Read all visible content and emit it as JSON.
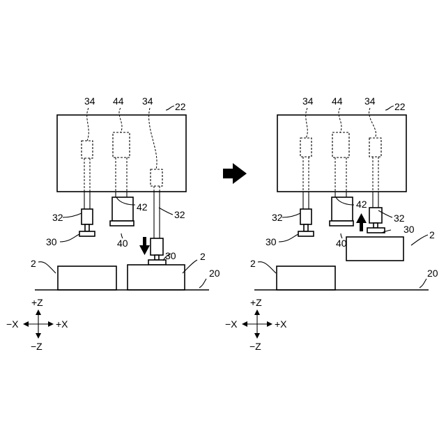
{
  "labels": {
    "ref_2": "2",
    "ref_20": "20",
    "ref_22": "22",
    "ref_30": "30",
    "ref_32": "32",
    "ref_34": "34",
    "ref_40": "40",
    "ref_42": "42",
    "ref_44": "44"
  },
  "axes": {
    "plus_z": "+Z",
    "minus_z": "−Z",
    "plus_x": "+X",
    "minus_x": "−X"
  },
  "icons": {
    "transition_arrow": "right-arrow",
    "motion_down": "down-arrow",
    "motion_up": "up-arrow"
  }
}
